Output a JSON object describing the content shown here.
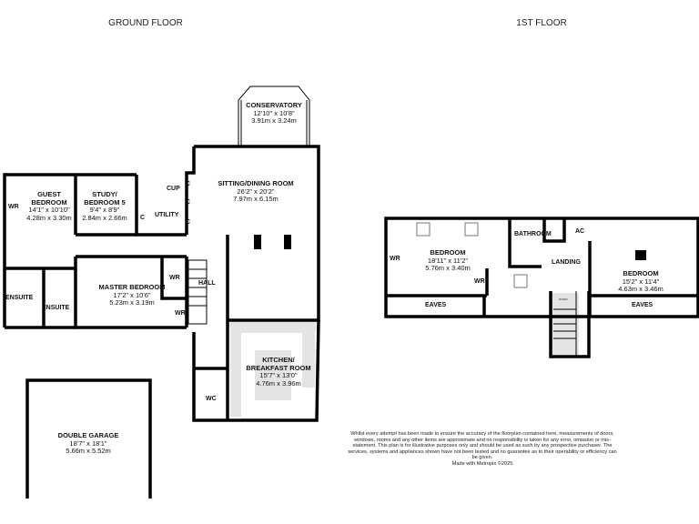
{
  "floors": [
    {
      "title": "GROUND FLOOR"
    },
    {
      "title": "1ST FLOOR"
    }
  ],
  "ground_rooms": {
    "conservatory": {
      "name": "CONSERVATORY",
      "imperial": "12'10\" x 10'8\"",
      "metric": "3.91m x 3.24m"
    },
    "sitting": {
      "name": "SITTING/DINING ROOM",
      "imperial": "26'2\" x 20'2\"",
      "metric": "7.97m x 6.15m"
    },
    "guest": {
      "name": "GUEST\nBEDROOM",
      "line1": "GUEST",
      "line2": "BEDROOM",
      "imperial": "14'1\" x 10'10\"",
      "metric": "4.28m x 3.30m"
    },
    "study": {
      "line1": "STUDY/",
      "line2": "BEDROOM 5",
      "imperial": "9'4\" x 8'9\"",
      "metric": "2.84m x 2.66m"
    },
    "utility": {
      "name": "UTILITY"
    },
    "master": {
      "name": "MASTER BEDROOM",
      "imperial": "17'2\" x 10'6\"",
      "metric": "5.23m x 3.19m"
    },
    "kitchen": {
      "line1": "KITCHEN/",
      "line2": "BREAKFAST ROOM",
      "imperial": "15'7\" x 13'0\"",
      "metric": "4.76m x 3.96m"
    },
    "garage": {
      "name": "DOUBLE GARAGE",
      "imperial": "18'7\" x 18'1\"",
      "metric": "5.66m x 5.52m"
    },
    "hall": "HALL",
    "wc": "WC",
    "ensuite1": "ENSUITE",
    "ensuite2": "ENSUITE",
    "wr": "WR",
    "c": "C",
    "cup": "CUP"
  },
  "first_rooms": {
    "bedroom1": {
      "name": "BEDROOM",
      "imperial": "18'11\" x 11'2\"",
      "metric": "5.76m x 3.40m"
    },
    "bedroom2": {
      "name": "BEDROOM",
      "imperial": "15'2\" x 11'4\"",
      "metric": "4.63m x 3.46m"
    },
    "bathroom": "BATHROOM",
    "landing": "LANDING",
    "ac": "AC",
    "eaves": "EAVES",
    "wr": "WR",
    "down": "DOWN"
  },
  "disclaimer": "Whilst every attempt has been made to ensure the accuracy of the floorplan contained here, measurements of doors, windows, rooms and any other items are approximate and no responsibility is taken for any error, omission or mis-statement. This plan is for illustrative purposes only and should be used as such by any prospective purchaser. The services, systems and appliances shown have not been tested and no guarantee as to their operability or efficiency can be given.",
  "credit": "Made with Metropix ©2025"
}
